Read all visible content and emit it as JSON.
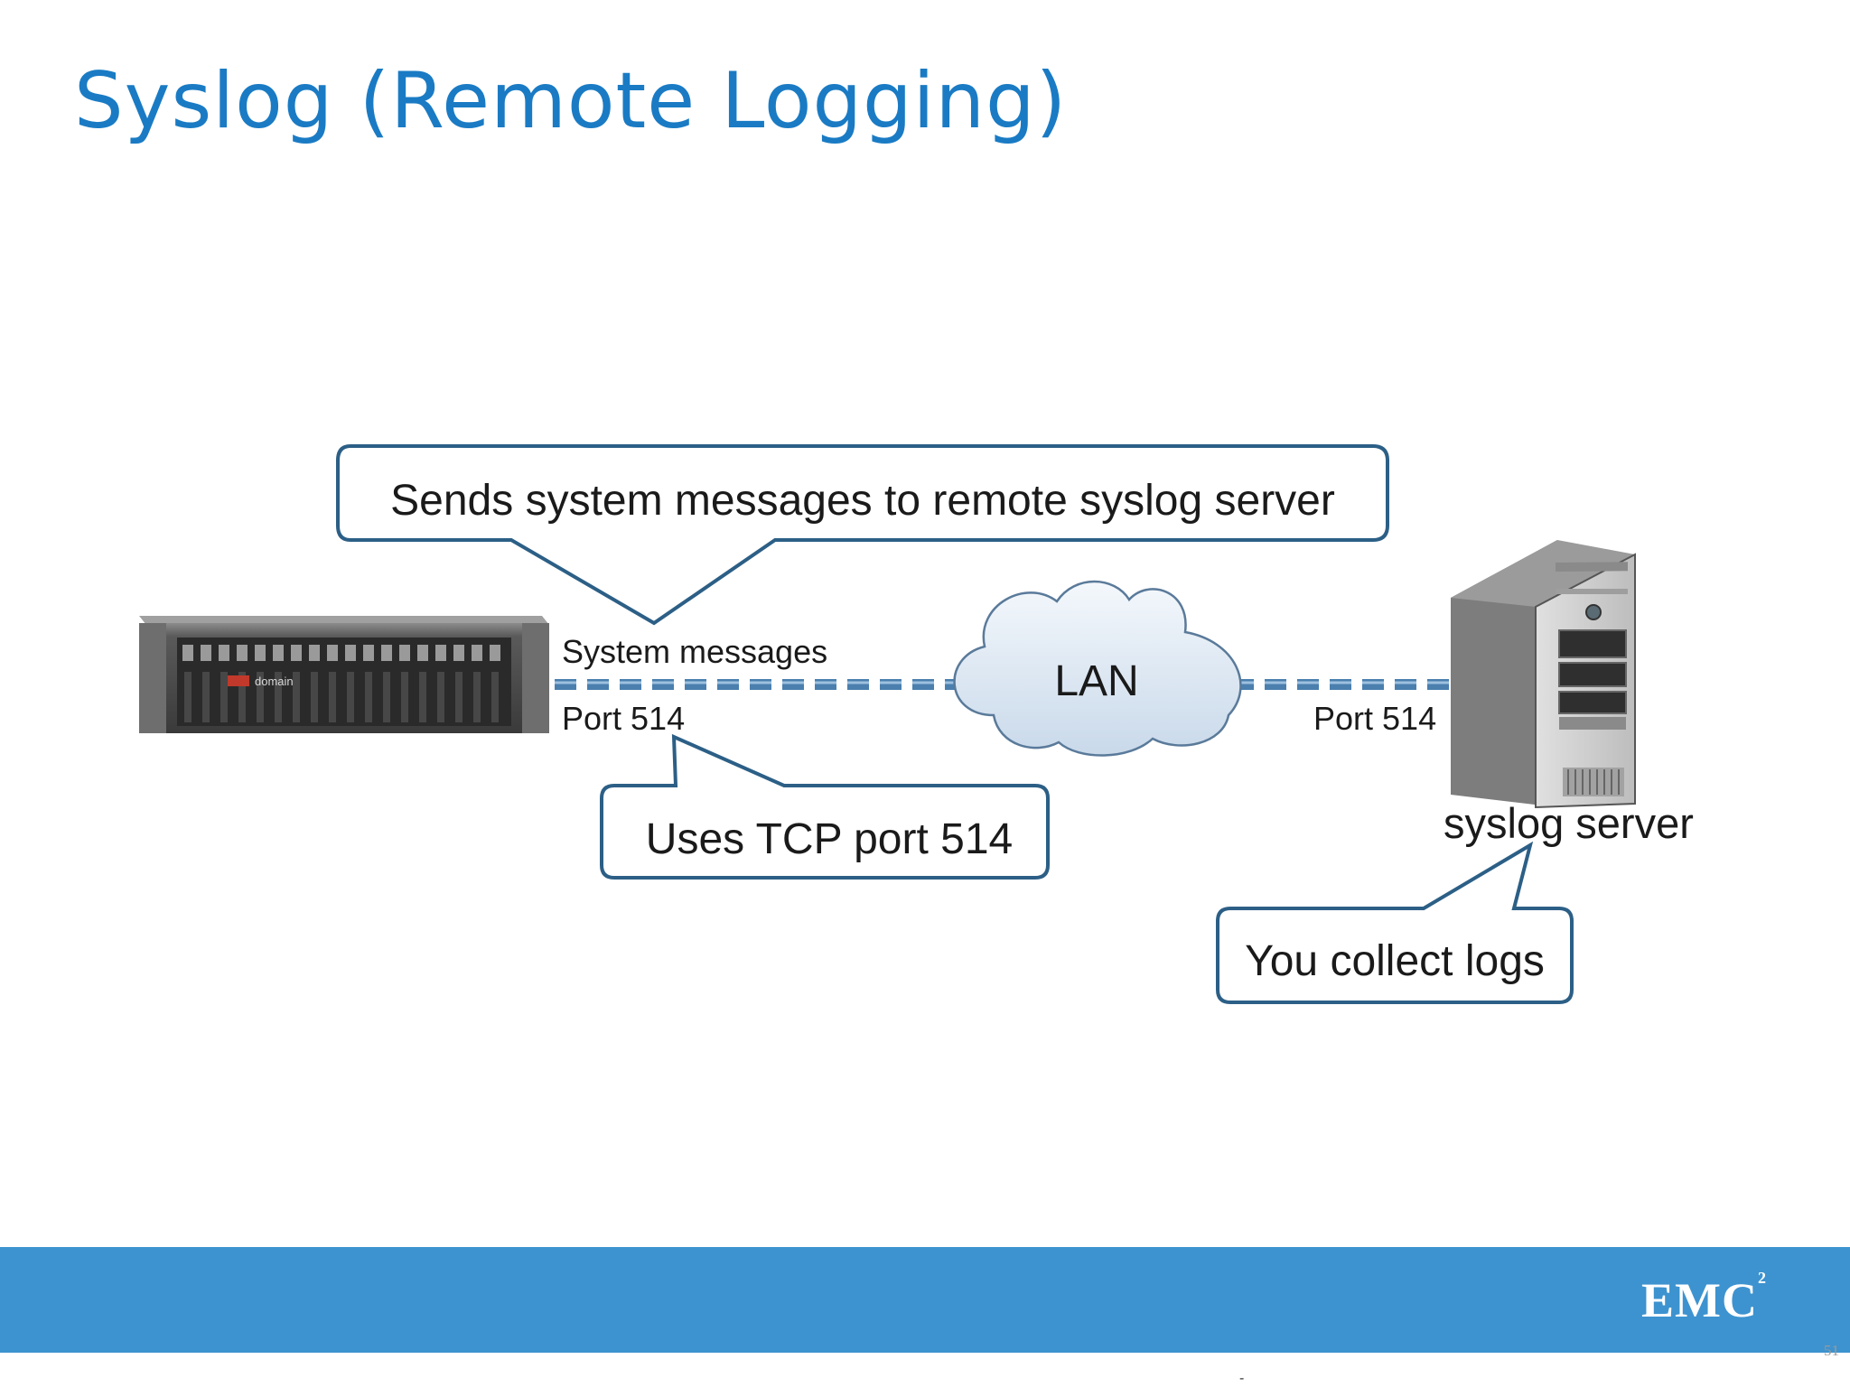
{
  "slide": {
    "title": "Syslog (Remote Logging)",
    "page_number": "51",
    "footer_mark": "-"
  },
  "brand": {
    "logo_text": "EMC",
    "logo_superscript": "2",
    "title_color": "#1a7bc4",
    "bar_color": "#3d93cf",
    "callout_border": "#2c5f86"
  },
  "diagram": {
    "callout_top": "Sends system messages to remote syslog server",
    "callout_port": "Uses TCP port 514",
    "callout_logs": "You collect logs",
    "link_label": "System messages",
    "port_left": "Port 514",
    "port_right": "Port 514",
    "cloud_label": "LAN",
    "server_label": "syslog server",
    "storage_brand": "domain",
    "icons": [
      "storage-appliance-icon",
      "cloud-icon",
      "tower-server-icon"
    ]
  }
}
